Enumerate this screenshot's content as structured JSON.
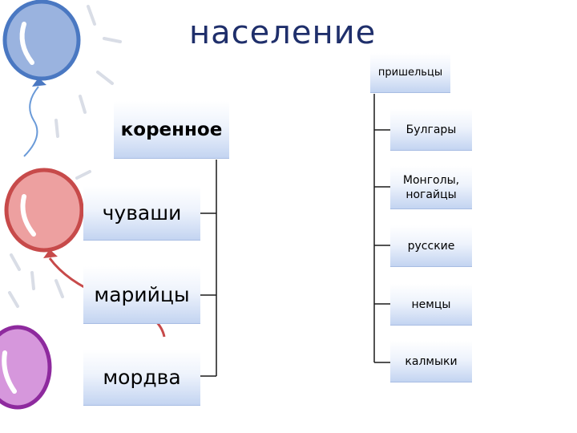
{
  "title": "население",
  "left_group": {
    "header": "коренное",
    "items": [
      "чуваши",
      "марийцы",
      "мордва"
    ]
  },
  "right_group": {
    "header": "пришельцы",
    "items": [
      "Булгары",
      "Монголы, ногайцы",
      "русские",
      "немцы",
      "калмыки"
    ]
  },
  "colors": {
    "title": "#1f2f6b",
    "connector": "#1a1a1a",
    "box_gradient_bottom": "#c3d4f1",
    "balloon_blue": "#8fa8d8",
    "balloon_red": "#e58383",
    "balloon_purple": "#c97ad2"
  }
}
